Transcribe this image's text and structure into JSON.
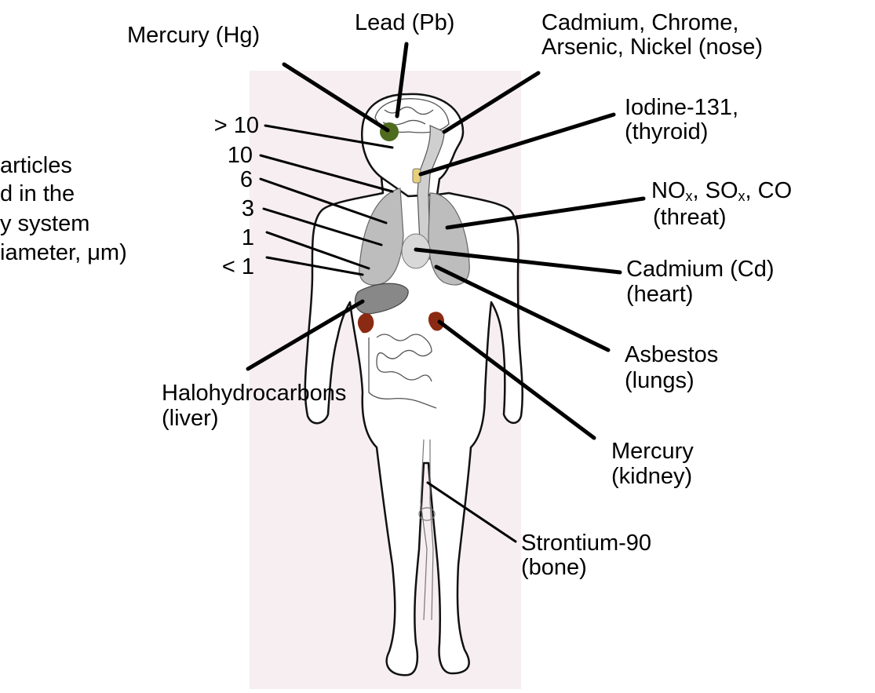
{
  "labels": {
    "mercury_brain": "Mercury (Hg)",
    "lead": "Lead (Pb)",
    "nose_1": "Cadmium, Chrome,",
    "nose_2": "Arsenic, Nickel (nose)",
    "iodine_1": "Iodine-131,",
    "iodine_2": "(thyroid)",
    "gas_no": "NO",
    "gas_so": ", SO",
    "gas_co": ", CO",
    "gas_sub": "x",
    "throat": "(threat)",
    "cadmium_1": "Cadmium (Cd)",
    "cadmium_2": "(heart)",
    "asbestos_1": "Asbestos",
    "asbestos_2": "(lungs)",
    "mercury_kidney_1": "Mercury",
    "mercury_kidney_2": "(kidney)",
    "strontium_1": "Strontium-90",
    "strontium_2": "(bone)",
    "halo_1": "Halohydrocarbons",
    "halo_2": "(liver)"
  },
  "particle_note": {
    "line1": "articles",
    "line2": "d in the",
    "line3": "y system",
    "line4": "iameter, μm)"
  },
  "particle_sizes": [
    "> 10",
    "10",
    "6",
    "3",
    "1",
    "< 1"
  ],
  "colors": {
    "body_bg": "#f6eef0",
    "outline": "#111111",
    "organ_gray": "#bdbdbd",
    "liver": "#888888",
    "kidney": "#8b2a12",
    "brain_spot": "#4f6b1e",
    "thyroid": "#e7cf7a",
    "line": "#000000"
  }
}
